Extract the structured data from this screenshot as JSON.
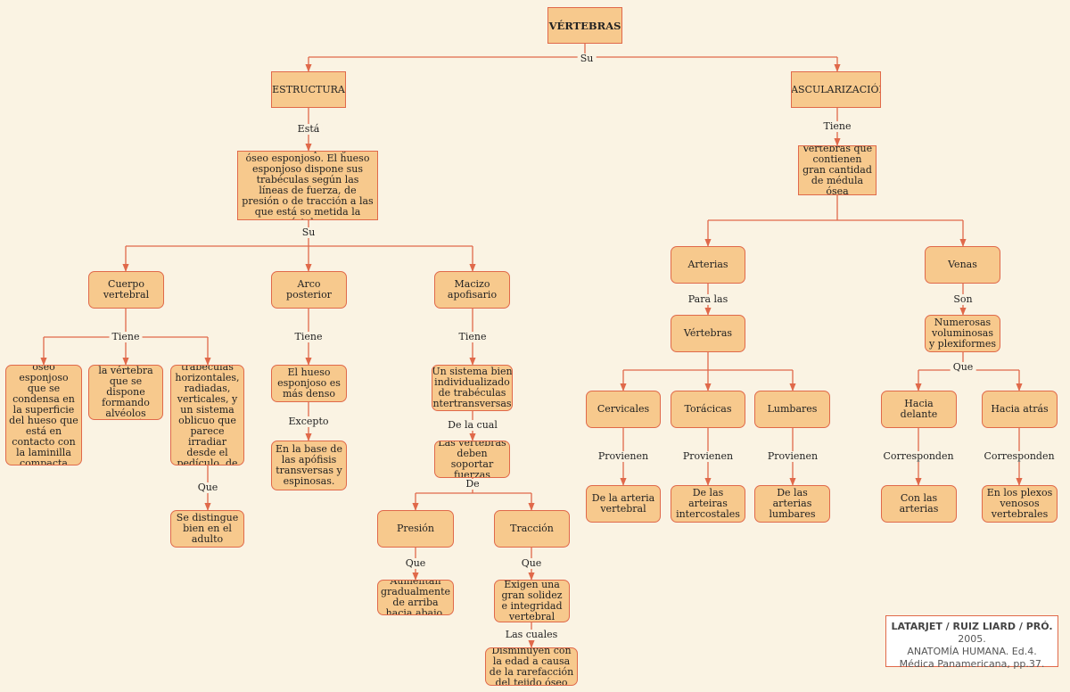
{
  "nodes": {
    "vertebras": "VÉRTEBRAS",
    "estructura": "ESTRUCTURA",
    "vascularizacion": "VASCULARIZACIÓN",
    "constituida": "Constituida por tejido óseo esponjoso. El hueso esponjoso dispone sus trabéculas según las líneas de fuerza, de presión o de tracción a las que está so metida la vértebra.",
    "vertebras_medula": "Vértebras que contienen gran cantidad de médula ósea",
    "cuerpo_vertebral": "Cuerpo vertebral",
    "arco_posterior": "Arco posterior",
    "macizo_apofisario": "Macizo apofisario",
    "arterias": "Arterias",
    "venas": "Venas",
    "tejido_oseo_condensa": "Un tejido óseo esponjoso que se condensa\nen la superficie del hueso que está en contacto con la laminilla compacta que lo rodea.",
    "centro_vertebra": "Un centro de la vértebra que se dispone formando alvéolos (punto frágil)",
    "sistema_trabeculas": "Un sistema de trabéculas horizontales, radiadas, verticales, y un sistema oblicuo que parece irradiar desde el pedículo, de atrás hacia adelante.",
    "hueso_denso": "El hueso esponjoso es más denso",
    "sistema_intertransversas": "Un sistema bien individualizado de trabéculas intertransversas.",
    "vertebras_2": "Vértebras",
    "numerosas_venas": "Numerosas voluminosas y plexiformes",
    "se_distingue": "Se distingue bien en el adulto",
    "base_apofisis": "En la base de las apófisis transversas y espinosas.",
    "vertebras_fuerzas": "Las vértebras deben soportar fuerzas",
    "cervicales": "Cervicales",
    "toracicas": "Torácicas",
    "lumbares": "Lumbares",
    "hacia_delante": "Hacia delante",
    "hacia_atras": "Hacia atrás",
    "art_vertebral": "De la arteria vertebral",
    "art_intercostales": "De  las arteiras intercostales",
    "art_lumbares": "De las arterias lumbares",
    "con_arterias": "Con las arterias",
    "plexos_venosos": "En los plexos venosos vertebrales",
    "presion": "Presión",
    "traccion": "Tracción",
    "aumentan": "Aumentan gradualmente de arriba hacia abajo.",
    "exigen": "Exigen una gran solidez e integridad vertebral",
    "disminuyen": "Disminuyen con la edad a causa de la rarefacción del tejido óseo"
  },
  "labels": {
    "su_top": "Su",
    "esta": "Está",
    "tiene_vasc": "Tiene",
    "su_estr": "Su",
    "tiene_cuerpo": "Tiene",
    "tiene_arco": "Tiene",
    "tiene_macizo": "Tiene",
    "para_las": "Para las",
    "son": "Son",
    "que_cuerpo": "Que",
    "excepto": "Excepto",
    "de_la_cual": "De la cual",
    "de": "De",
    "que_venas": "Que",
    "provienen_1": "Provienen",
    "provienen_2": "Provienen",
    "provienen_3": "Provienen",
    "corresponden_1": "Corresponden",
    "corresponden_2": "Corresponden",
    "que_presion": "Que",
    "que_traccion": "Que",
    "las_cuales": "Las cuales"
  },
  "citation": {
    "authors": "LATARJET / RUIZ LIARD / PRÓ.",
    "year": " 2005.",
    "book": "ANATOMÍA HUMANA. Ed.4. Médica Panamericana, pp.37."
  },
  "colors": {
    "background": "#faf3e3",
    "node_fill": "#f7c98d",
    "line": "#e0694a",
    "text": "#222222"
  }
}
